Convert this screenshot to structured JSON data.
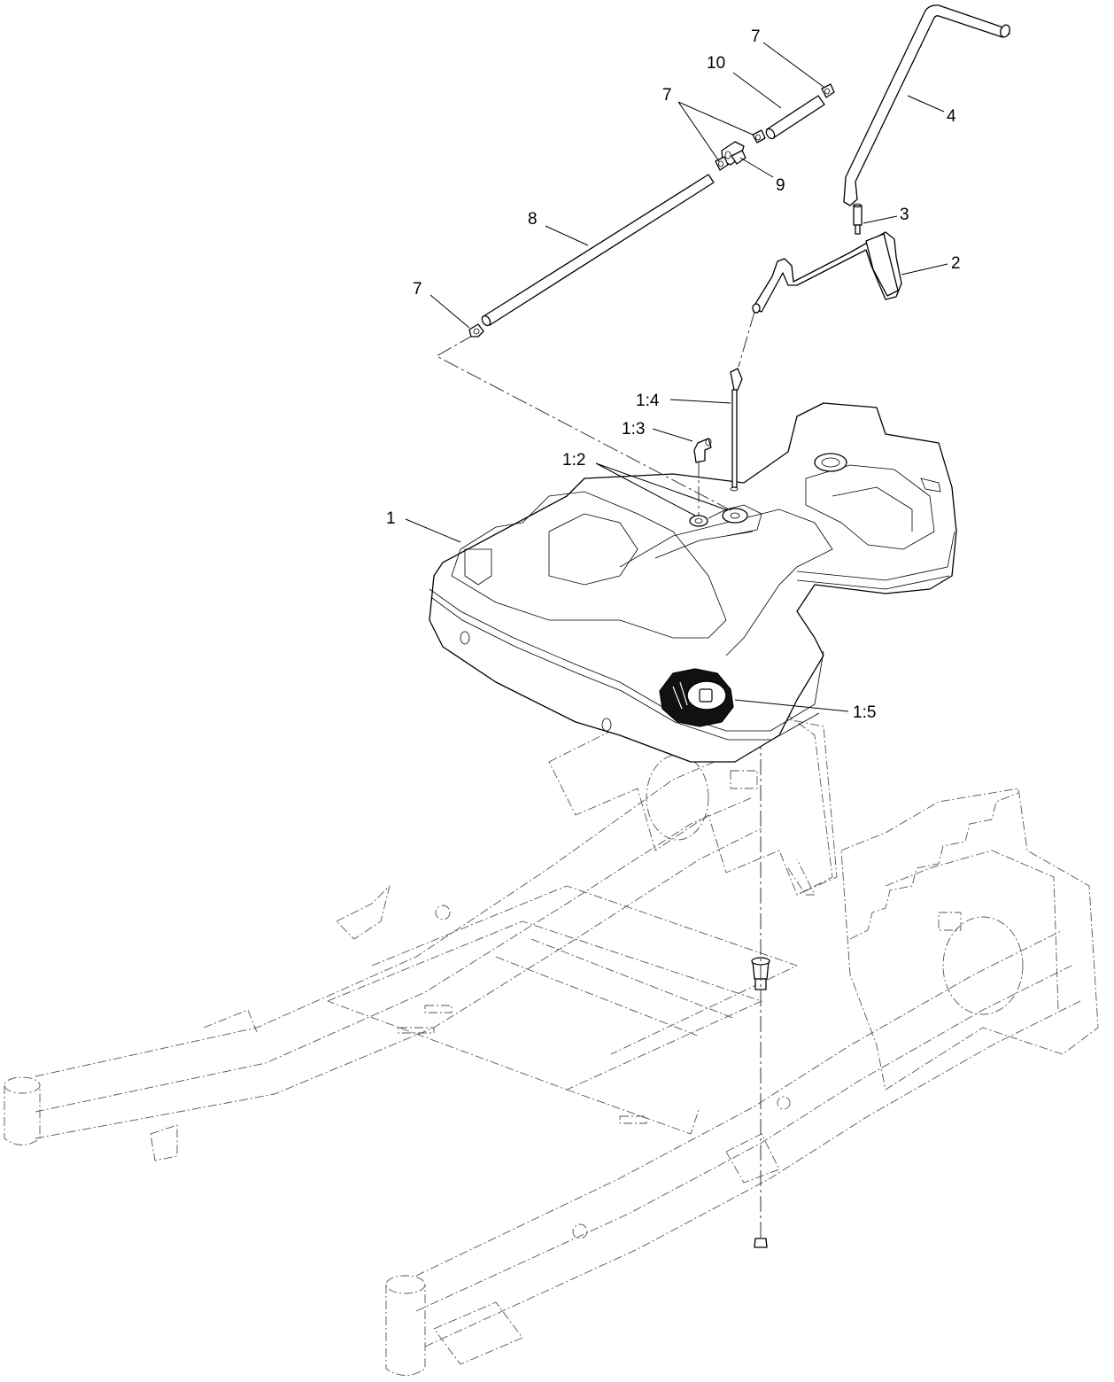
{
  "callouts": {
    "c1": "1",
    "c1_2": "1:2",
    "c1_3": "1:3",
    "c1_4": "1:4",
    "c1_5": "1:5",
    "c2": "2",
    "c3": "3",
    "c4": "4",
    "c7a": "7",
    "c7b": "7",
    "c7c": "7",
    "c8": "8",
    "c9": "9",
    "c10": "10"
  },
  "colors": {
    "line": "#000000",
    "ghost": "#555555",
    "background": "#ffffff"
  }
}
